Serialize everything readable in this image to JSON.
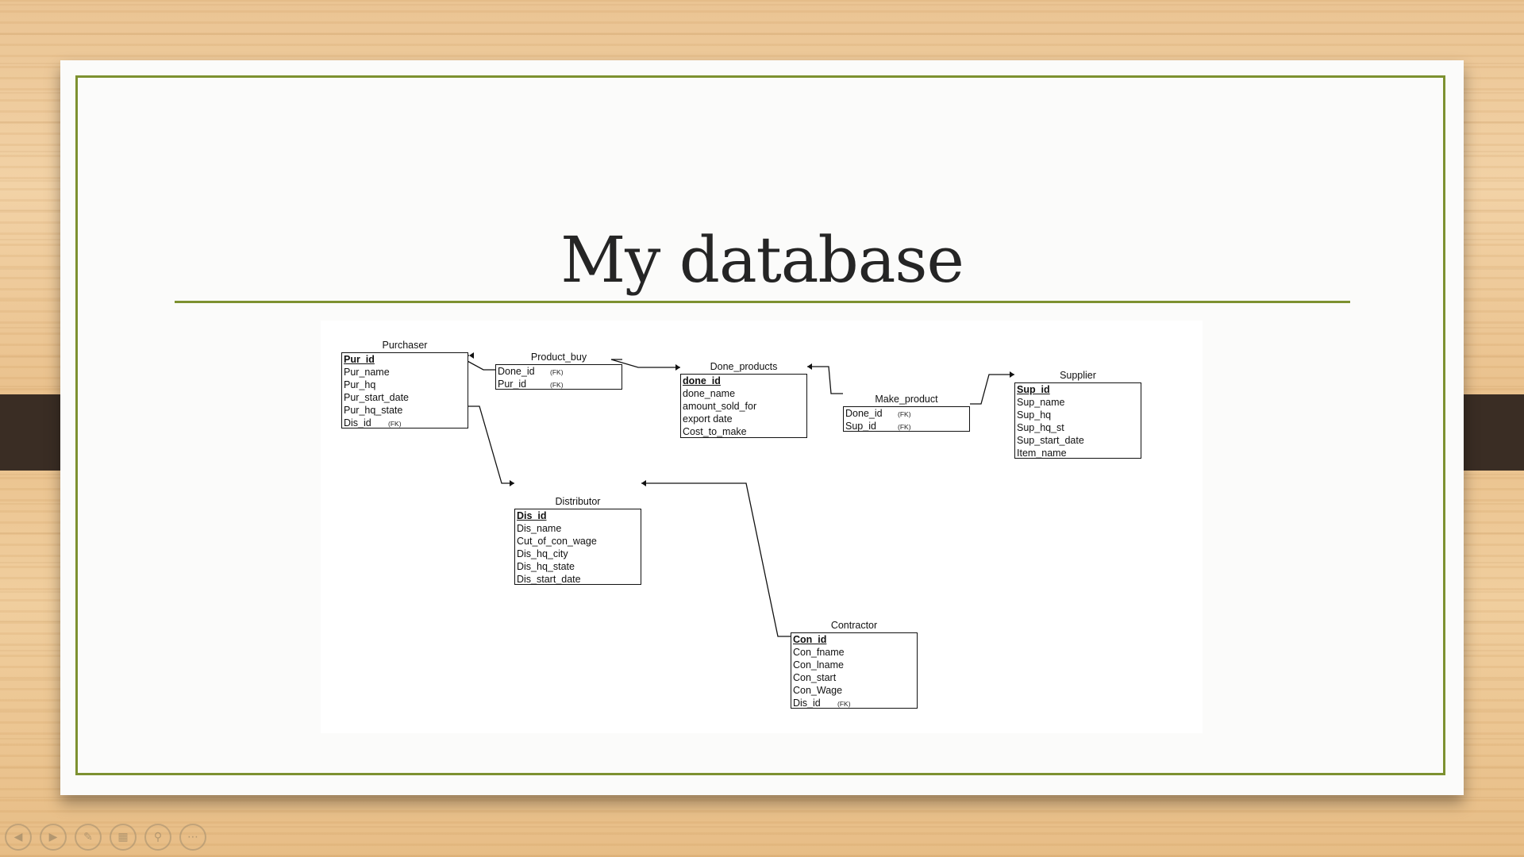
{
  "slide": {
    "title": "My database"
  },
  "diagram": {
    "fk_marker": "(FK)",
    "entities": [
      {
        "id": "purchaser",
        "name": "Purchaser",
        "fields": [
          {
            "label": "Pur_id",
            "pk": true
          },
          {
            "label": "Pur_name"
          },
          {
            "label": "Pur_hq"
          },
          {
            "label": "Pur_start_date"
          },
          {
            "label": "Pur_hq_state"
          },
          {
            "label": "Dis_id",
            "fk": true
          }
        ]
      },
      {
        "id": "product-buy",
        "name": "Product_buy",
        "fields": [
          {
            "label": "Done_id",
            "fk": true
          },
          {
            "label": "Pur_id",
            "fk": true
          }
        ]
      },
      {
        "id": "done-products",
        "name": "Done_products",
        "fields": [
          {
            "label": "done_id",
            "pk": true
          },
          {
            "label": "done_name"
          },
          {
            "label": "amount_sold_for"
          },
          {
            "label": "export date"
          },
          {
            "label": "Cost_to_make"
          }
        ]
      },
      {
        "id": "make-product",
        "name": "Make_product",
        "fields": [
          {
            "label": "Done_id",
            "fk": true
          },
          {
            "label": "Sup_id",
            "fk": true
          }
        ]
      },
      {
        "id": "supplier",
        "name": "Supplier",
        "fields": [
          {
            "label": "Sup_id",
            "pk": true
          },
          {
            "label": "Sup_name"
          },
          {
            "label": "Sup_hq"
          },
          {
            "label": "Sup_hq_st"
          },
          {
            "label": "Sup_start_date"
          },
          {
            "label": "Item_name"
          }
        ]
      },
      {
        "id": "distributor",
        "name": "Distributor",
        "fields": [
          {
            "label": "Dis_id",
            "pk": true
          },
          {
            "label": "Dis_name"
          },
          {
            "label": "Cut_of_con_wage"
          },
          {
            "label": "Dis_hq_city"
          },
          {
            "label": "Dis_hq_state"
          },
          {
            "label": "Dis_start_date"
          }
        ]
      },
      {
        "id": "contractor",
        "name": "Contractor",
        "fields": [
          {
            "label": "Con_id",
            "pk": true
          },
          {
            "label": "Con_fname"
          },
          {
            "label": "Con_lname"
          },
          {
            "label": "Con_start"
          },
          {
            "label": "Con_Wage"
          },
          {
            "label": "Dis_id",
            "fk": true
          }
        ]
      }
    ],
    "relationships": [
      {
        "from": "product-buy",
        "to": "purchaser"
      },
      {
        "from": "product-buy",
        "to": "done-products"
      },
      {
        "from": "make-product",
        "to": "done-products"
      },
      {
        "from": "make-product",
        "to": "supplier"
      },
      {
        "from": "purchaser",
        "to": "distributor"
      },
      {
        "from": "contractor",
        "to": "distributor"
      }
    ]
  },
  "controls": [
    {
      "icon": "previous-icon"
    },
    {
      "icon": "next-icon"
    },
    {
      "icon": "pen-icon"
    },
    {
      "icon": "slides-grid-icon"
    },
    {
      "icon": "zoom-icon"
    },
    {
      "icon": "more-icon"
    }
  ]
}
